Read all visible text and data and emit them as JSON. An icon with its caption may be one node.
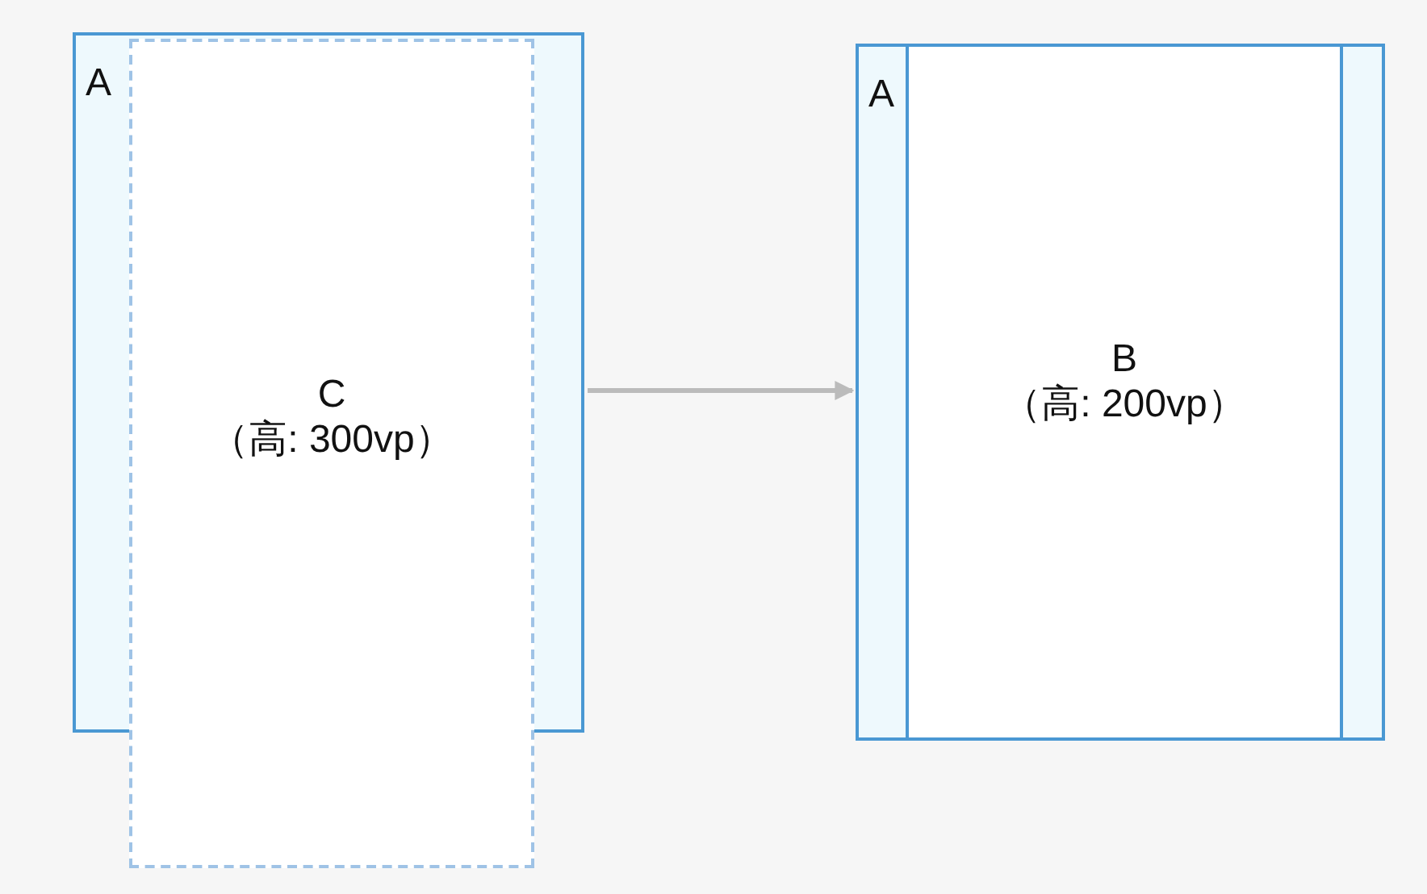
{
  "diagram": {
    "nodes": [
      {
        "text": [
          "A"
        ]
      },
      {
        "text": [
          "C",
          "（高: 300vp）"
        ]
      },
      {
        "text": [
          "A"
        ]
      },
      {
        "text": [
          "B",
          "（高: 200vp）"
        ],
        "in": 2
      }
    ],
    "edges": [
      {
        "from": 0,
        "to": 2,
        "arrow": "to"
      }
    ]
  }
}
